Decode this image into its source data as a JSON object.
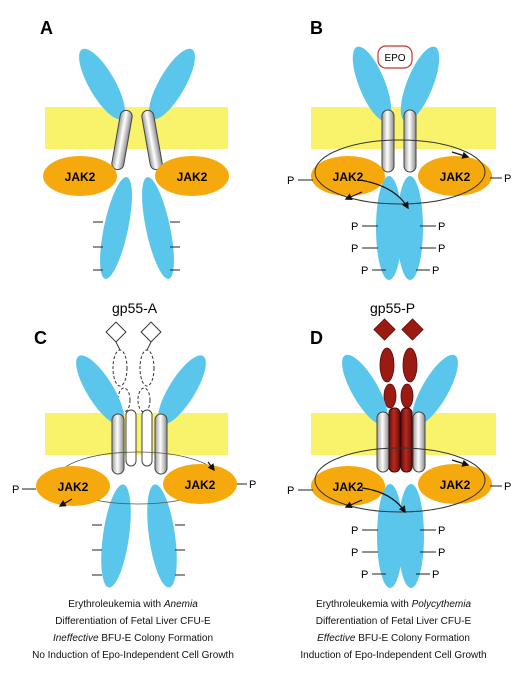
{
  "panels": {
    "A": {
      "letter": "A"
    },
    "B": {
      "letter": "B",
      "ligand": "EPO",
      "phospho": "P"
    },
    "C": {
      "letter": "C",
      "label": "gp55-A",
      "phospho": "P"
    },
    "D": {
      "letter": "D",
      "label": "gp55-P",
      "phospho": "P"
    }
  },
  "kinase_label": "JAK2",
  "captions": {
    "left": [
      {
        "pre": "Erythroleukemia with ",
        "em": "Anemia",
        "post": ""
      },
      {
        "pre": "Differentiation of Fetal Liver CFU-E",
        "em": "",
        "post": ""
      },
      {
        "pre": "",
        "em": "Ineffective",
        "post": " BFU-E Colony Formation"
      },
      {
        "pre": "No Induction of Epo-Independent Cell Growth",
        "em": "",
        "post": ""
      }
    ],
    "right": [
      {
        "pre": "Erythroleukemia with ",
        "em": "Polycythemia",
        "post": ""
      },
      {
        "pre": "Differentiation of Fetal Liver CFU-E",
        "em": "",
        "post": ""
      },
      {
        "pre": "",
        "em": "Effective",
        "post": " BFU-E Colony Formation"
      },
      {
        "pre": "Induction of Epo-Independent Cell Growth",
        "em": "",
        "post": ""
      }
    ]
  },
  "colors": {
    "membrane": "#f9f36b",
    "receptor": "#5bc6ec",
    "jak2": "#f6a90d",
    "gp55P": "#9b1a12",
    "ligand_border": "#c0392b",
    "tm_helix": "#d9d9d9"
  }
}
